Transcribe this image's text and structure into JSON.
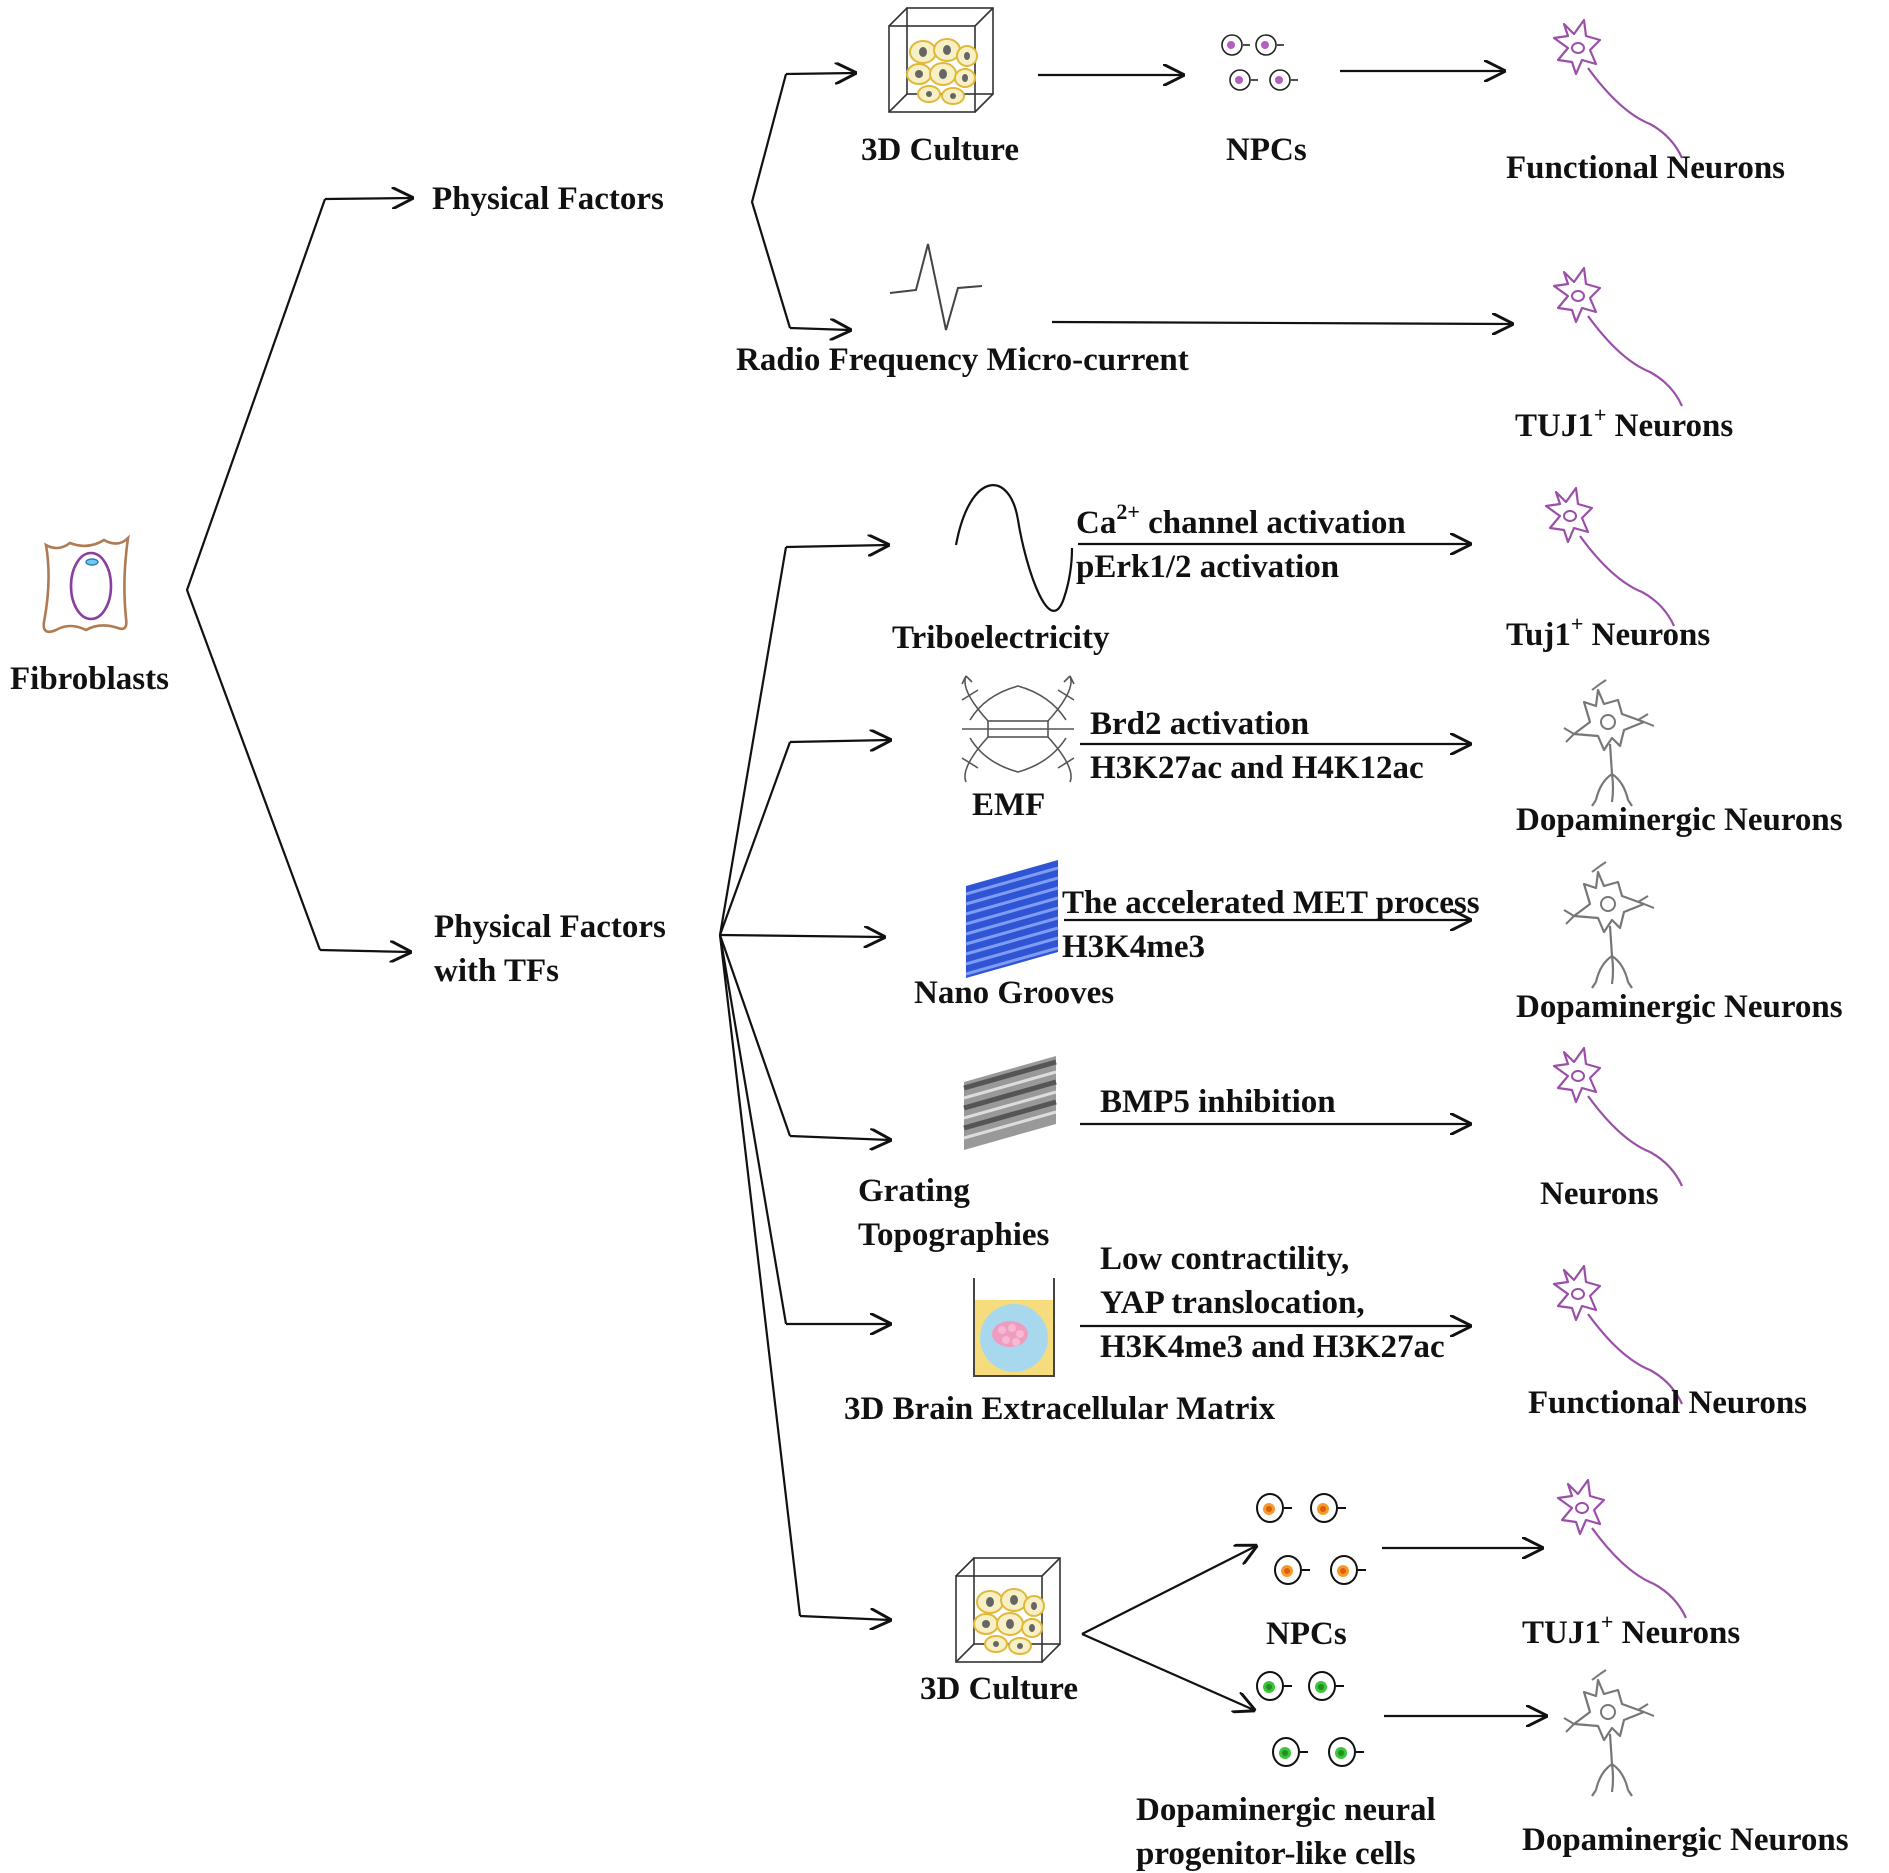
{
  "nodes": {
    "fibroblasts": "Fibroblasts",
    "physical_factors": "Physical Factors",
    "physical_factors_tfs_1": "Physical Factors",
    "physical_factors_tfs_2": "with TFs"
  },
  "physical_factors_branch": {
    "culture_3d": "3D Culture",
    "npcs": "NPCs",
    "functional_neurons": "Functional Neurons",
    "radio_frequency": "Radio Frequency Micro-current",
    "tuj1_neurons": "TUJ1",
    "tuj1_neurons_sup": "+",
    "tuj1_neurons_suffix": " Neurons"
  },
  "tf_branch": {
    "triboelectricity": "Triboelectricity",
    "tribo_mech_1_pre": "Ca",
    "tribo_mech_1_sup": "2+",
    "tribo_mech_1_post": " channel activation",
    "tribo_mech_2": "pErk1/2  activation",
    "tribo_out": "Tuj1",
    "tribo_out_sup": "+",
    "tribo_out_suffix": " Neurons",
    "emf": "EMF",
    "emf_mech_1": "Brd2 activation",
    "emf_mech_2": "H3K27ac and H4K12ac",
    "emf_out": "Dopaminergic Neurons",
    "nano": "Nano Grooves",
    "nano_mech_1": "The accelerated MET process",
    "nano_mech_2": "H3K4me3",
    "nano_out": "Dopaminergic Neurons",
    "grating_1": "Grating",
    "grating_2": "Topographies",
    "grating_mech": "BMP5 inhibition",
    "grating_out": "Neurons",
    "ecm": "3D Brain Extracellular Matrix",
    "ecm_mech_1": "Low contractility,",
    "ecm_mech_2": "YAP translocation,",
    "ecm_mech_3": "H3K4me3 and H3K27ac",
    "ecm_out": "Functional Neurons",
    "culture_3d": "3D Culture",
    "npcs": "NPCs",
    "tuj1_out": "TUJ1",
    "tuj1_out_sup": "+",
    "tuj1_out_suffix": " Neurons",
    "da_progenitor_1": "Dopaminergic neural",
    "da_progenitor_2": "progenitor-like cells",
    "da_out": "Dopaminergic Neurons"
  },
  "colors": {
    "neuron_purple": "#9b4fa8",
    "neuron_gray": "#777777",
    "fibroblast_brown": "#b07a52",
    "nucleus_purple": "#8a3ea0",
    "nano_blue": "#2f55d4",
    "grating_gray": "#8a8a8a",
    "ecm_yellow": "#f6dc7c",
    "ecm_blue": "#a8d8ee",
    "ecm_pink": "#f09cc0",
    "npc_orange": "#f39c2a",
    "npc_green": "#3dc43d"
  },
  "icons": [
    "fibroblast-cell",
    "3d-culture-cube",
    "npc-cells",
    "neuron-purple",
    "neuron-gray",
    "rf-waveform",
    "sine-wave",
    "emf-device",
    "nano-grooves",
    "grating-plates",
    "ecm-well"
  ]
}
